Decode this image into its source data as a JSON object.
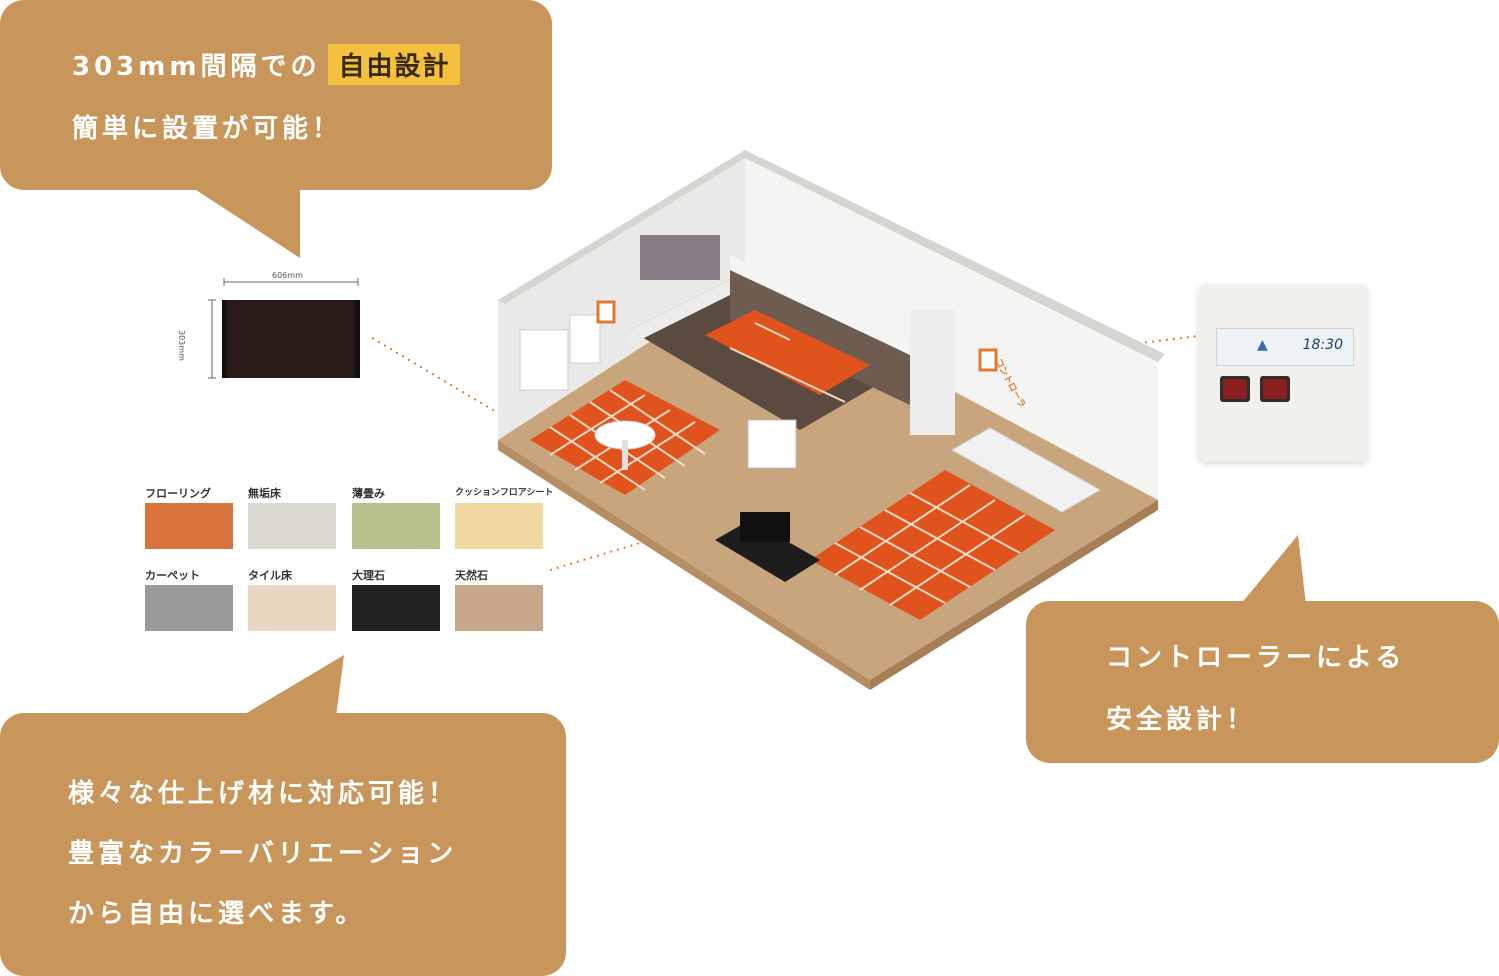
{
  "bubbles": {
    "top_left": {
      "line1_prefix": "303mm間隔での",
      "line1_highlight": "自由設計",
      "line2": "簡単に設置が可能！"
    },
    "right": {
      "line1": "コントローラーによる",
      "line2": "安全設計！"
    },
    "bottom_left": {
      "line1": "様々な仕上げ材に対応可能！",
      "line2": "豊富なカラーバリエーション",
      "line3": "から自由に選べます。"
    }
  },
  "sheet": {
    "width_label": "606mm",
    "height_label": "303mm"
  },
  "finishes": [
    {
      "name": "フローリング",
      "color": "#d9743c"
    },
    {
      "name": "無垢床",
      "color": "#dcd9d2"
    },
    {
      "name": "薄畳み",
      "color": "#b7c18d"
    },
    {
      "name": "クッションフロアシート",
      "color": "#f1d7a0"
    },
    {
      "name": "カーペット",
      "color": "#9a9a9a"
    },
    {
      "name": "タイル床",
      "color": "#ead7c2"
    },
    {
      "name": "大理石",
      "color": "#222222"
    },
    {
      "name": "天然石",
      "color": "#c9a889"
    }
  ],
  "room": {
    "controller_label": "コントローラ"
  },
  "controller": {
    "time": "18:30"
  },
  "colors": {
    "bubble": "#c8965a",
    "highlight": "#f4c13e",
    "heating_tile": "#e0531c",
    "floor": "#c9a57e"
  }
}
